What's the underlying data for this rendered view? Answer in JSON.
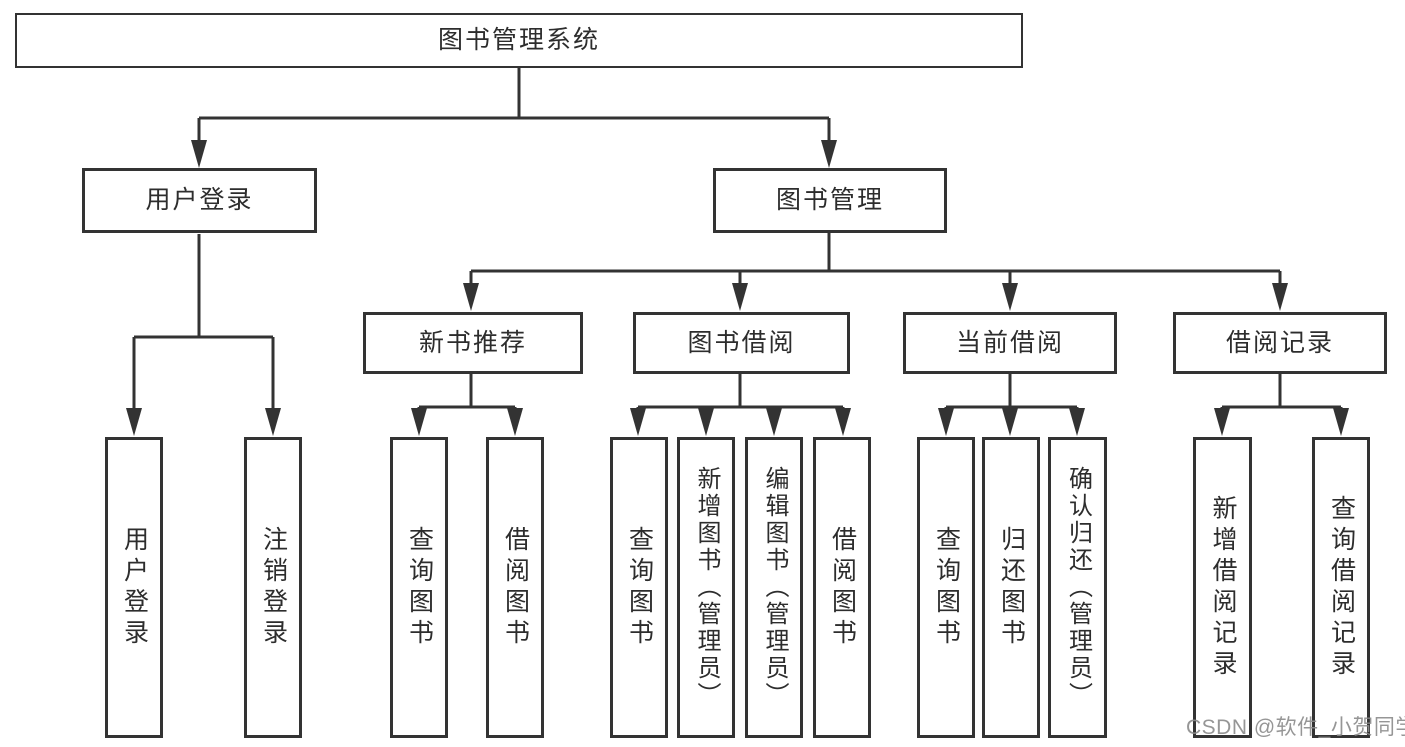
{
  "labels": {
    "root": "图书管理系统",
    "user_login": "用户登录",
    "book_mgmt": "图书管理",
    "new_book_rec": "新书推荐",
    "book_borrow": "图书借阅",
    "current_borrow": "当前借阅",
    "borrow_records": "借阅记录",
    "leaf_user_login": "用户登录",
    "leaf_logout": "注销登录",
    "leaf_nbr_query": "查询图书",
    "leaf_nbr_borrow": "借阅图书",
    "leaf_bb_query": "查询图书",
    "leaf_bb_add": "新增图书（管理员）",
    "leaf_bb_edit": "编辑图书（管理员）",
    "leaf_bb_borrow": "借阅图书",
    "leaf_cb_query": "查询图书",
    "leaf_cb_return": "归还图书",
    "leaf_cb_confirm": "确认归还（管理员）",
    "leaf_br_add": "新增借阅记录",
    "leaf_br_query": "查询借阅记录"
  },
  "tree": {
    "root": "图书管理系统",
    "children": [
      {
        "label": "用户登录",
        "children": [
          "用户登录",
          "注销登录"
        ]
      },
      {
        "label": "图书管理",
        "children": [
          {
            "label": "新书推荐",
            "children": [
              "查询图书",
              "借阅图书"
            ]
          },
          {
            "label": "图书借阅",
            "children": [
              "查询图书",
              "新增图书（管理员）",
              "编辑图书（管理员）",
              "借阅图书"
            ]
          },
          {
            "label": "当前借阅",
            "children": [
              "查询图书",
              "归还图书",
              "确认归还（管理员）"
            ]
          },
          {
            "label": "借阅记录",
            "children": [
              "新增借阅记录",
              "查询借阅记录"
            ]
          }
        ]
      }
    ]
  },
  "watermark": "CSDN @软件_小贺同学",
  "colors": {
    "line": "#333333",
    "text": "#2d2d2d",
    "watermark": "#8b8b8b",
    "background": "#ffffff"
  }
}
